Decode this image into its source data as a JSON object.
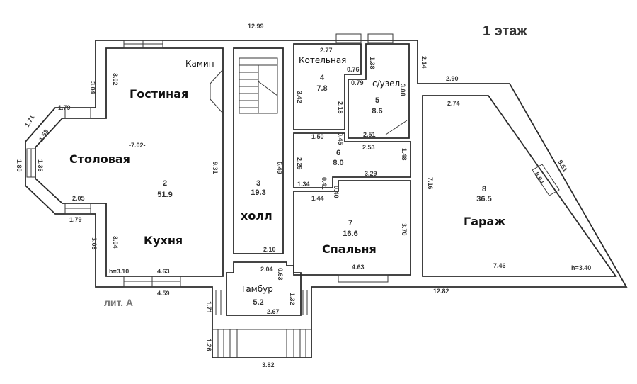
{
  "title": "1 этаж",
  "lit": "лит. А",
  "rooms": {
    "gostinaya": "Гостиная",
    "stolovaya": "Столовая",
    "kukhnya": "Кухня",
    "kamin": "Камин",
    "kholl": "холл",
    "kotelnaya": "Котельная",
    "suzel": "с/узел",
    "spalnya": "Спальня",
    "tambur": "Тамбур",
    "garazh": "Гараж"
  },
  "room_numbers": [
    {
      "no": "2",
      "area": "51.9"
    },
    {
      "no": "3",
      "area": "19.3"
    },
    {
      "no": "4",
      "area": "7.8"
    },
    {
      "no": "5",
      "area": "8.6"
    },
    {
      "no": "6",
      "area": "8.0"
    },
    {
      "no": "7",
      "area": "16.6"
    },
    {
      "no": "8",
      "area": "36.5"
    },
    {
      "no": "",
      "area": "5.2"
    }
  ],
  "dims": {
    "top": "12.99",
    "left_outer": "3.04",
    "left_inner": "3.02",
    "bay_top": "1.79",
    "bay_d1": "1.71",
    "bay_d2": "1.53",
    "bay_left_outer": "1.80",
    "bay_left_inner": "1.36",
    "bay_bottom": "2.05",
    "bay_bottom2": "1.79",
    "kitchen_left_outer": "3.08",
    "kitchen_left_inner": "3.04",
    "room2_height": "h=3.10",
    "kitchen_bottom_inner": "4.63",
    "kitchen_bottom_outer": "4.59",
    "room2_right": "9.31",
    "room2_level": "-7.02-",
    "hall_right": "6.49",
    "hall_bottom": "2.10",
    "kot_top": "2.77",
    "kot_left": "3.42",
    "kot_right": "2.18",
    "kot_step_a": "0.76",
    "kot_step_b": "0.79",
    "wc_left": "1.38",
    "wc_right": "3.08",
    "wc_bottom": "2.51",
    "outer_right_top": "2.14",
    "r6_top_left": "1.50",
    "r6_step": "0.45",
    "r6_top": "2.53",
    "r6_left": "2.29",
    "r6_right": "1.48",
    "r6_bottom": "3.29",
    "r6_b1": "1.34",
    "r6_b2": "0.41",
    "r6_b3": "0.40",
    "r6_b4": "1.44",
    "r7_right": "3.70",
    "r7_bottom": "4.63",
    "garage_top_outer": "2.90",
    "garage_top_inner": "2.74",
    "garage_left": "7.16",
    "garage_diag_outer": "9.61",
    "garage_diag_inner": "8.64",
    "garage_bottom": "7.46",
    "garage_height": "h=3.40",
    "bottom_right": "12.82",
    "tambur_top": "2.04",
    "tambur_side": "0.63",
    "tambur_right": "1.32",
    "tambur_bottom": "2.67",
    "porch_left": "1.71",
    "porch_left2": "1.26",
    "porch_bottom": "3.82"
  }
}
